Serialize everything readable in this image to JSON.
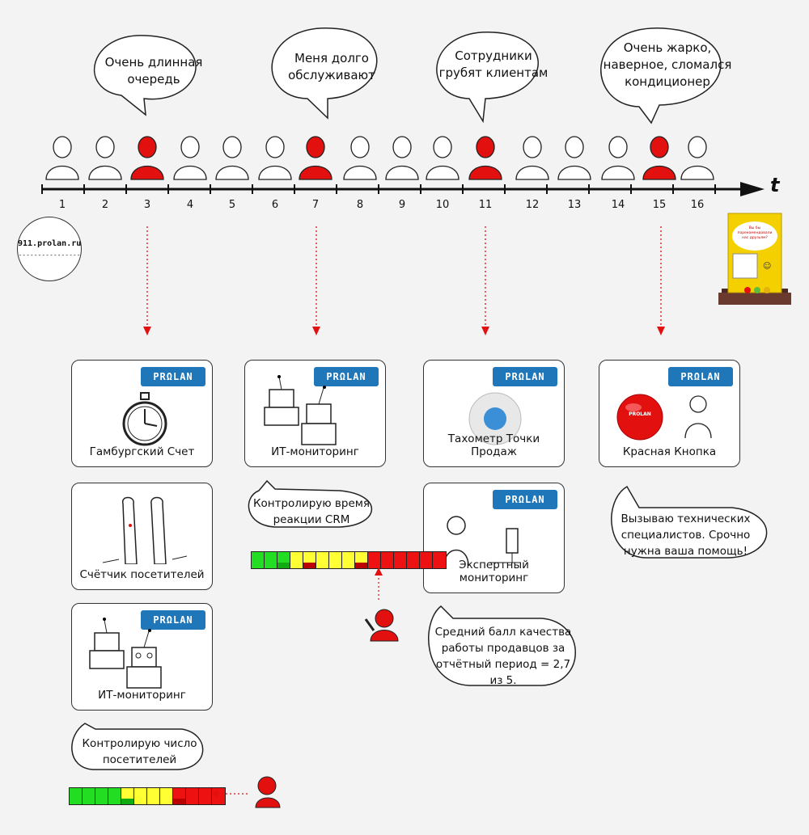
{
  "timeline": {
    "axis_symbol": "t",
    "ticks": [
      "1",
      "2",
      "3",
      "4",
      "5",
      "6",
      "7",
      "8",
      "9",
      "10",
      "11",
      "12",
      "13",
      "14",
      "15",
      "16"
    ]
  },
  "complaints": [
    {
      "text": "Очень длинная\nочередь"
    },
    {
      "text": "Меня долго\nобслуживают"
    },
    {
      "text": "Сотрудники\nгрубят клиентам"
    },
    {
      "text": "Очень жарко,\nнаверное, сломался\nкондиционер"
    }
  ],
  "site_badge": {
    "url": "911.prolan.ru",
    "underline": "----------------"
  },
  "device": {
    "screen_text": "Вы бы порекомендовали нас друзьям?"
  },
  "brand": {
    "logo_text": "PRΩLAN",
    "logo_color": "#1f76b8",
    "accent_red": "#e31010"
  },
  "cards": {
    "hamburg": {
      "caption": "Гамбургский Счет"
    },
    "visitors": {
      "caption": "Счётчик посетителей"
    },
    "it_left": {
      "caption": "ИТ-мониторинг"
    },
    "it_mid": {
      "caption": "ИТ-мониторинг"
    },
    "taxometer": {
      "caption": "Тахометр Точки Продаж"
    },
    "expert": {
      "caption": "Экспертный мониторинг"
    },
    "red_button": {
      "caption": "Красная Кнопка",
      "button_text": "PROLAN"
    }
  },
  "speech": {
    "visitors_control": "Контролирую число\nпосетителей",
    "crm_control": "Контролирую время\nреакции CRM",
    "expert_score": "Средний балл качества\nработы продавцов за\nотчётный период = 2,7\nиз 5.",
    "call_tech": "Вызываю технических\nспециалистов. Срочно\nнужна ваша помощь!"
  },
  "meters": {
    "left": {
      "cells": [
        "green",
        "green",
        "green",
        "green",
        "yellow",
        "yellow",
        "yellow",
        "yellow",
        "red",
        "red",
        "red",
        "red"
      ],
      "bottom_marks": [
        null,
        null,
        null,
        null,
        "green",
        null,
        null,
        null,
        "red",
        null,
        null,
        null
      ]
    },
    "mid": {
      "cells": [
        "green",
        "green",
        "green",
        "yellow",
        "yellow",
        "yellow",
        "yellow",
        "yellow",
        "yellow",
        "red",
        "red",
        "red",
        "red",
        "red",
        "red"
      ],
      "bottom_marks": [
        null,
        null,
        "green",
        null,
        "red",
        null,
        null,
        null,
        "red",
        null,
        null,
        null,
        null,
        null,
        null
      ]
    }
  }
}
